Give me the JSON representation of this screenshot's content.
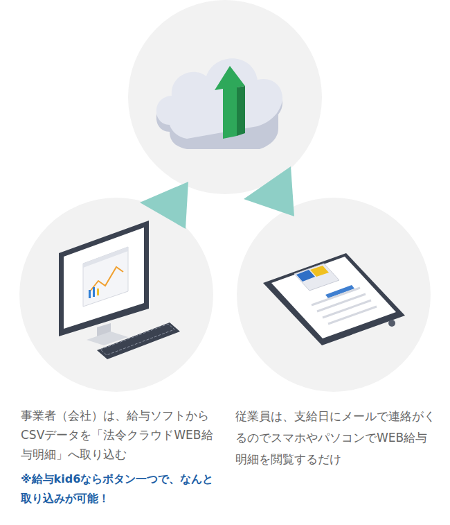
{
  "diagram": {
    "nodes": [
      {
        "text": [
          "事業者（会社）は、給与ソフトからCSVデータを「法令クラウドWEB給与明細」へ取り込む",
          "※給与kid6ならボタン一つで、なんと取り込みが可能！"
        ]
      },
      {
        "text": [
          "従業員は、支給日にメールで連絡がくるのでスマホやパソコンでWEB給与明細を閲覧するだけ"
        ]
      }
    ]
  }
}
